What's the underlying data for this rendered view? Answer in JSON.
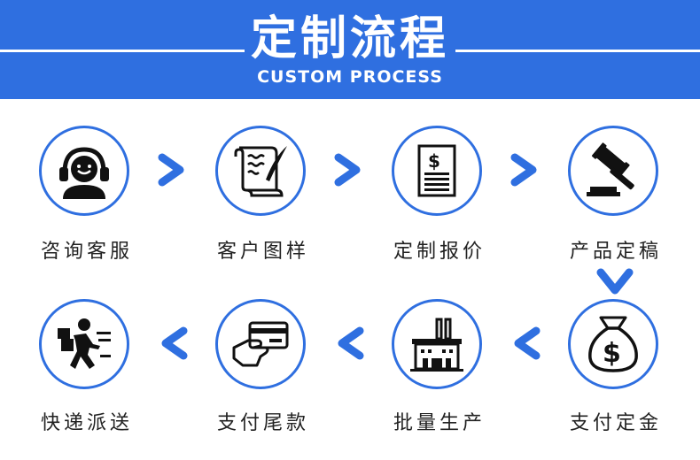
{
  "header": {
    "title": "定制流程",
    "subtitle": "CUSTOM PROCESS"
  },
  "steps": [
    {
      "label": "咨询客服",
      "icon": "headset-agent-icon"
    },
    {
      "label": "客户图样",
      "icon": "scroll-quill-icon"
    },
    {
      "label": "定制报价",
      "icon": "price-document-icon"
    },
    {
      "label": "产品定稿",
      "icon": "gavel-icon"
    },
    {
      "label": "支付定金",
      "icon": "money-bag-icon"
    },
    {
      "label": "批量生产",
      "icon": "factory-icon"
    },
    {
      "label": "支付尾款",
      "icon": "card-payment-icon"
    },
    {
      "label": "快递派送",
      "icon": "delivery-courier-icon"
    }
  ],
  "colors": {
    "accent": "#2f6fe0",
    "text": "#222222",
    "background": "#ffffff"
  }
}
